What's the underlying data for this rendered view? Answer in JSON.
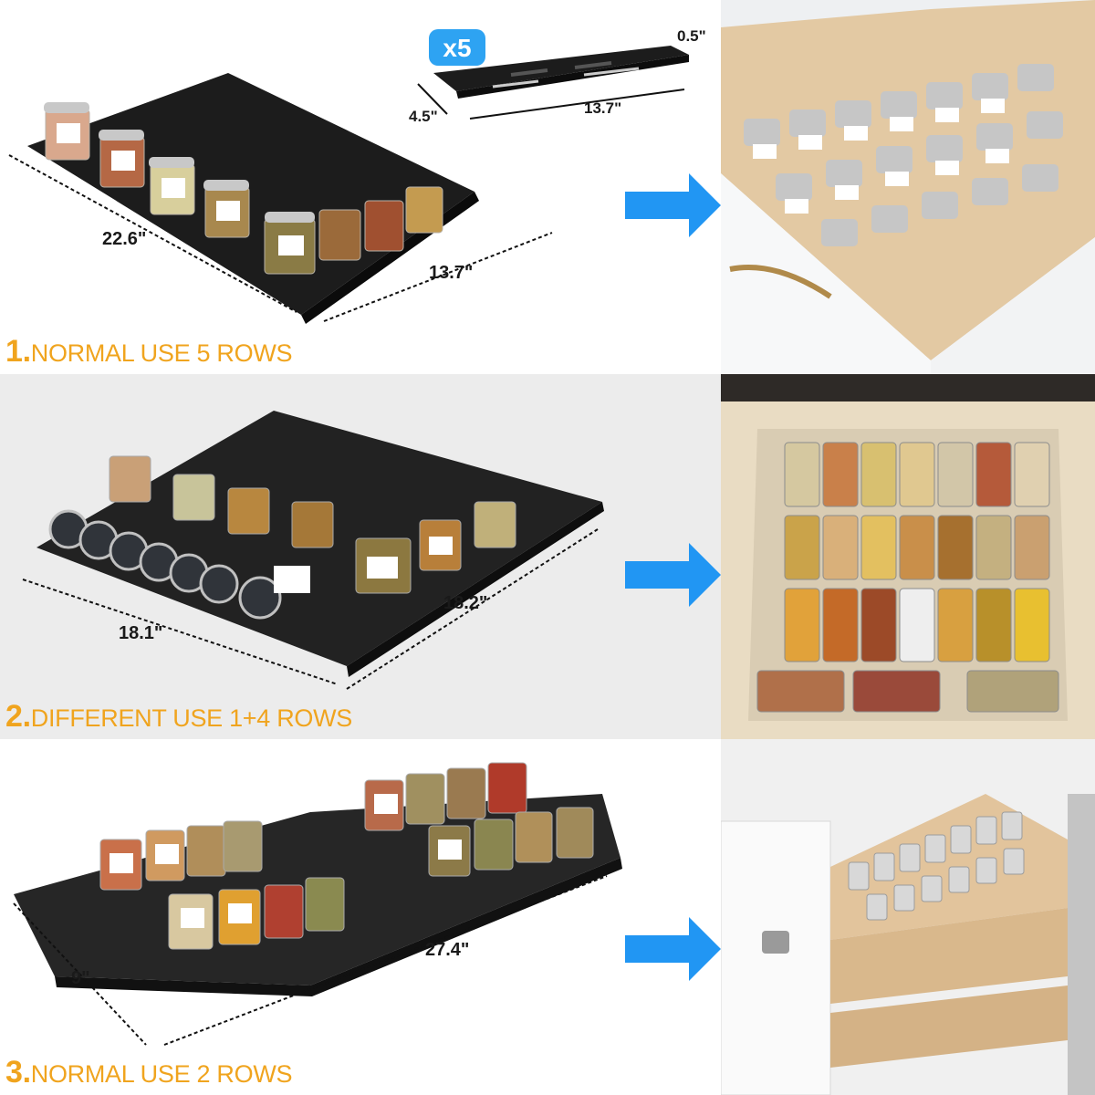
{
  "colors": {
    "caption": "#f0a41e",
    "arrow": "#2196f3",
    "tray": "#1c1c1c",
    "badge": "#2ea3f2"
  },
  "insert": {
    "quantity_badge": "x5",
    "height": "0.5\"",
    "width": "4.5\"",
    "length": "13.7\""
  },
  "sections": [
    {
      "number": "1.",
      "caption": "NORMAL USE 5 ROWS",
      "dim_left": "22.6\"",
      "dim_right": "13.7\"",
      "arrow_icon": "arrow-right-icon"
    },
    {
      "number": "2.",
      "caption": "DIFFERENT USE  1+4 ROWS",
      "dim_left": "18.1\"",
      "dim_right": "18.2\"",
      "arrow_icon": "arrow-right-icon"
    },
    {
      "number": "3.",
      "caption": "NORMAL USE  2 ROWS",
      "dim_left": "9\"",
      "dim_right": "27.4\"",
      "arrow_icon": "arrow-right-icon"
    }
  ]
}
